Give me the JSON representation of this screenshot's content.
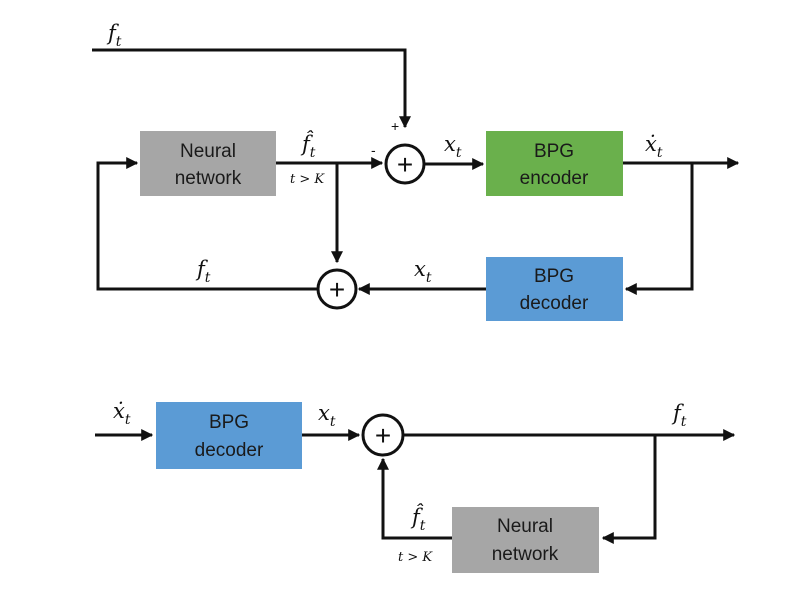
{
  "encoder_diagram": {
    "input_label": {
      "base": "f",
      "sub": "t"
    },
    "neural_network": {
      "line1": "Neural",
      "line2": "network",
      "color": "#a6a6a6"
    },
    "prediction_label": {
      "base": "f̂",
      "sub": "t",
      "condition": "t > K"
    },
    "sum_top": {
      "plus_sign": "+",
      "minus_sign": "-",
      "symbol": "+"
    },
    "residual_label": {
      "base": "x",
      "sub": "t"
    },
    "bpg_encoder": {
      "line1": "BPG",
      "line2": "encoder",
      "color": "#6ab04c"
    },
    "encoded_label": {
      "base": "ẋ",
      "sub": "t"
    },
    "bpg_decoder": {
      "line1": "BPG",
      "line2": "decoder",
      "color": "#5b9bd5"
    },
    "decoded_label": {
      "base": "x",
      "sub": "t"
    },
    "sum_bottom": {
      "symbol": "+"
    },
    "reconstructed_label": {
      "base": "f",
      "sub": "t"
    }
  },
  "decoder_diagram": {
    "input_label": {
      "base": "ẋ",
      "sub": "t"
    },
    "bpg_decoder": {
      "line1": "BPG",
      "line2": "decoder",
      "color": "#5b9bd5"
    },
    "decoded_label": {
      "base": "x",
      "sub": "t"
    },
    "sum": {
      "symbol": "+"
    },
    "output_label": {
      "base": "f",
      "sub": "t"
    },
    "prediction_label": {
      "base": "f̂",
      "sub": "t",
      "condition": "t > K"
    },
    "neural_network": {
      "line1": "Neural",
      "line2": "network",
      "color": "#a6a6a6"
    }
  }
}
